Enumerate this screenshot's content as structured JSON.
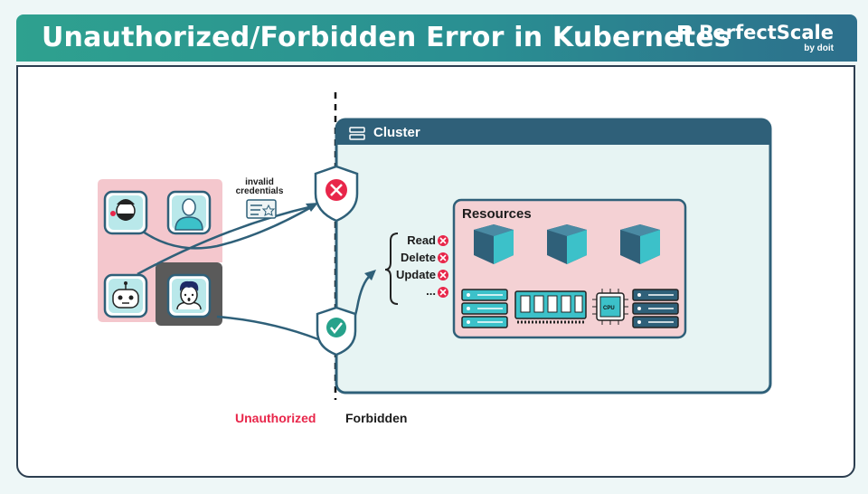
{
  "header": {
    "title": "Unauthorized/Forbidden Error in Kubernetes",
    "brand_name": "PerfectScale",
    "brand_sub": "by doit"
  },
  "diagram": {
    "cluster_label": "Cluster",
    "resources_label": "Resources",
    "invalid_credentials": [
      "invalid",
      "credentials"
    ],
    "permissions": [
      "Read",
      "Delete",
      "Update",
      "..."
    ],
    "cpu_label": "CPU",
    "zone_unauthorized": "Unauthorized",
    "zone_forbidden": "Forbidden"
  },
  "colors": {
    "header_start": "#2ea18f",
    "header_end": "#2d6f8c",
    "cluster_header": "#2f6079",
    "unauthorized_zone": "#f4c7cd",
    "error_red": "#e8264a",
    "success_green": "#27a28b",
    "resource_cube": "#3cc1c9"
  },
  "icons": [
    "user-bearded-icon",
    "user-admin-icon",
    "robot-icon",
    "user-curly-icon",
    "credential-card-icon",
    "shield-deny-icon",
    "shield-allow-icon",
    "server-list-icon",
    "cube-icon",
    "server-rack-icon",
    "memory-icon",
    "cpu-icon"
  ]
}
